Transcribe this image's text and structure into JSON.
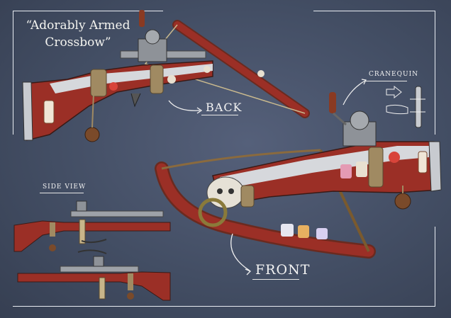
{
  "title": {
    "line1": "“Adorably Armed",
    "line2": "Crossbow”"
  },
  "labels": {
    "back": "BACK",
    "front": "FRONT",
    "cranequin": "CRANEQUIN",
    "side_view": "SIDE VIEW"
  },
  "colors": {
    "background": "#434e64",
    "stock_red": "#9b2f26",
    "metal": "#b9bcc2",
    "rope": "#a08a62",
    "wood_dark": "#6b2a1f"
  }
}
